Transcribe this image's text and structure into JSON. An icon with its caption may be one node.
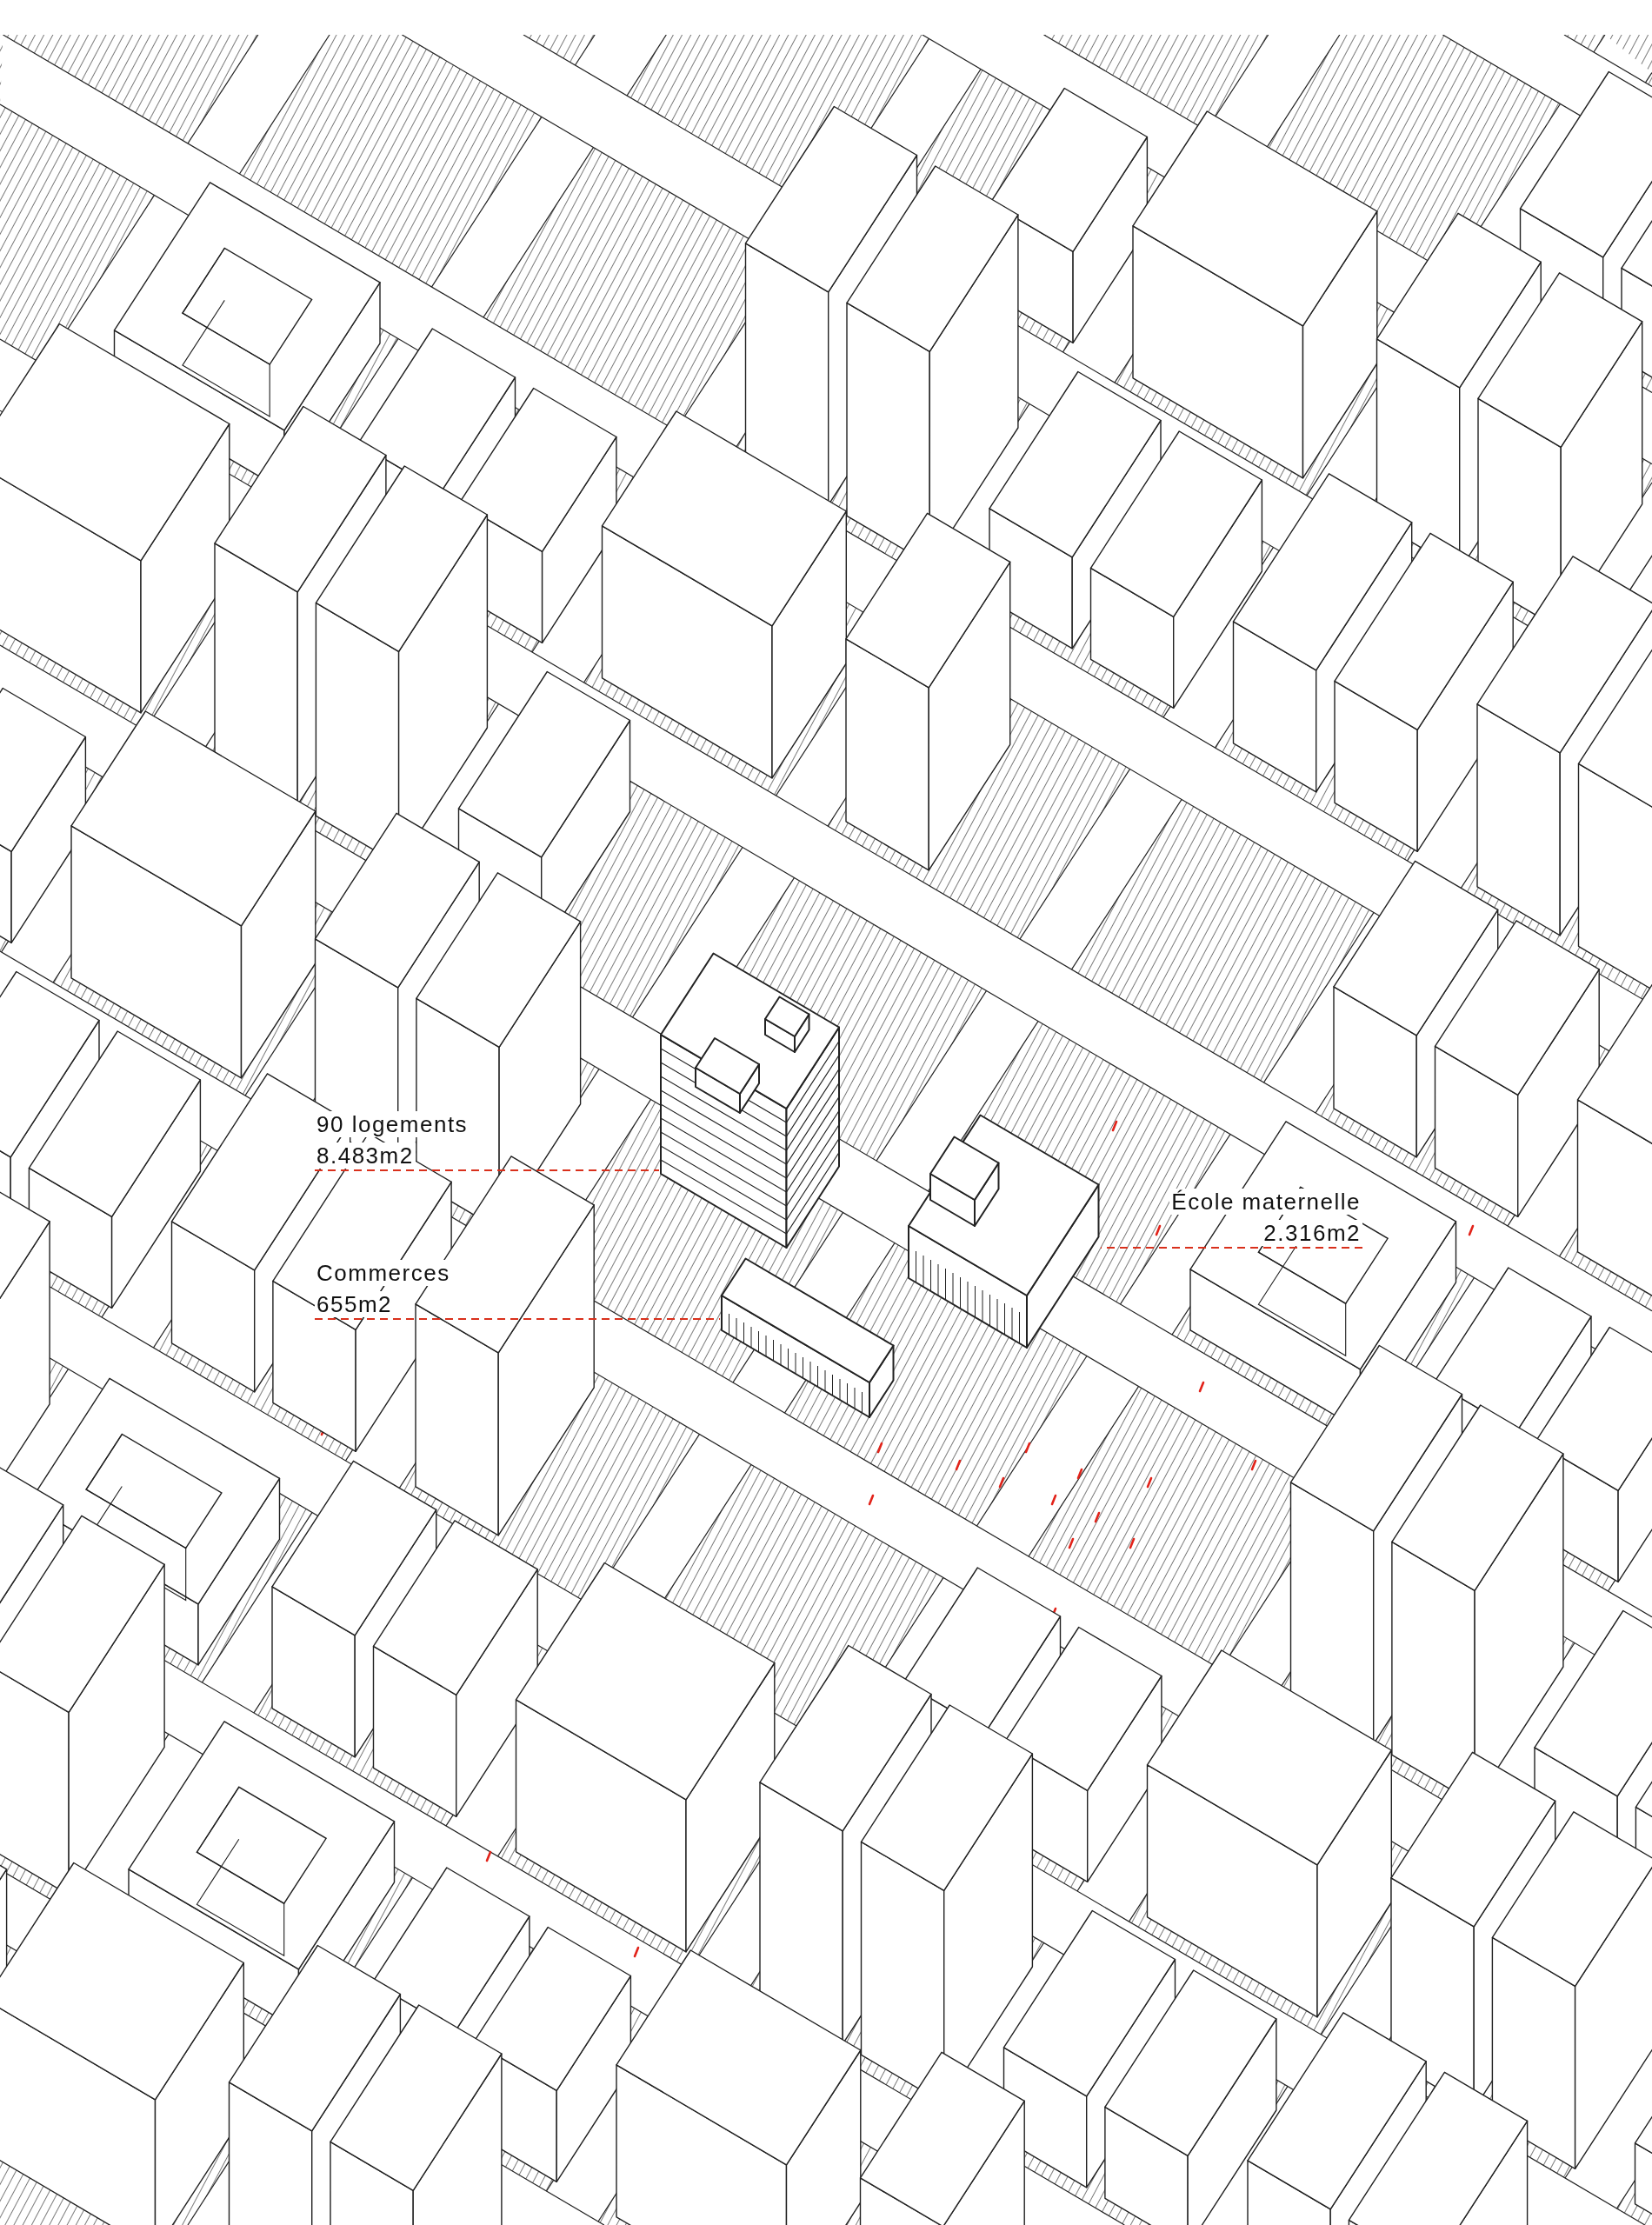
{
  "diagram": {
    "nodes": [
      {
        "text": [
          "90 logements",
          "8.483m2"
        ]
      },
      {
        "text": [],
        "shape": "picture"
      },
      {
        "text": [
          "Commerces",
          "655m2"
        ]
      },
      {
        "text": [],
        "shape": "picture"
      },
      {
        "text": [
          "École maternelle",
          "2.316m2"
        ]
      },
      {
        "text": [],
        "shape": "picture"
      }
    ],
    "edges": [
      {
        "from": 0,
        "to": 1,
        "arrow": "none",
        "style": "dashed",
        "color": "#d9301c"
      },
      {
        "from": 2,
        "to": 3,
        "arrow": "none",
        "style": "dashed",
        "color": "#d9301c"
      },
      {
        "from": 4,
        "to": 5,
        "arrow": "none",
        "style": "dashed",
        "color": "#d9301c"
      }
    ]
  }
}
